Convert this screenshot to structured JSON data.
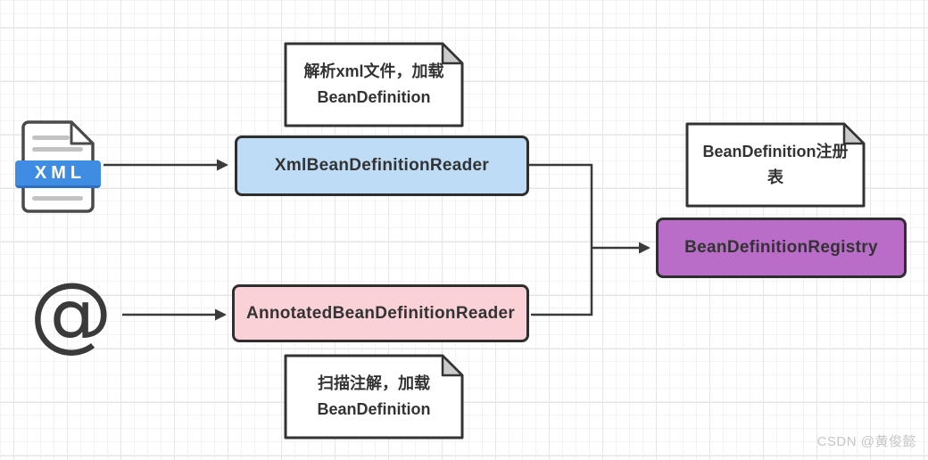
{
  "xml_file_icon": {
    "badge_label": "XML",
    "badge_color": "#3e8de3",
    "badge_edge_color": "#2d6fc2",
    "doc_border_color": "#4a4a4a",
    "doc_line_color": "#c2c2c2"
  },
  "annotation_symbol": "@",
  "nodes": {
    "xml_reader": {
      "label": "XmlBeanDefinitionReader",
      "fill": "#bedcf6"
    },
    "annotated_reader": {
      "label": "AnnotatedBeanDefinitionReader",
      "fill": "#fbd1d8"
    },
    "registry": {
      "label": "BeanDefinitionRegistry",
      "fill": "#b96cc8"
    }
  },
  "notes": {
    "parse_xml": {
      "text": "解析xml文件，加载\nBeanDefinition"
    },
    "registry_table": {
      "text": "BeanDefinition注册\n表"
    },
    "scan_annotation": {
      "text": "扫描注解，加载\nBeanDefinition"
    }
  },
  "connector_color": "#3a3a3a",
  "note_fill": "#ffffff",
  "note_fold_fill": "#cbcbcb",
  "watermark": "CSDN @黄俊懿"
}
